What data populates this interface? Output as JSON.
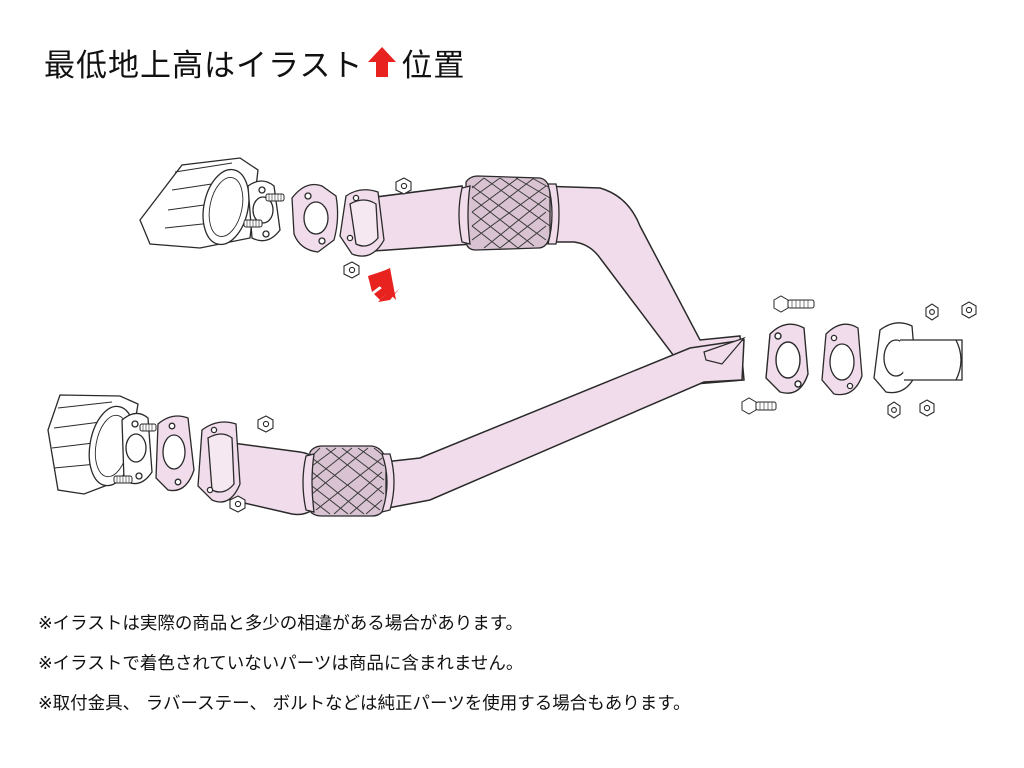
{
  "title": {
    "before": "最低地上高はイラスト",
    "after": "位置"
  },
  "colors": {
    "pipe_fill": "#f1dceb",
    "arrow": "#e8231f",
    "outline": "#2a2a2a"
  },
  "notes": [
    "※イラストは実際の商品と多少の相違がある場合があります。",
    "※イラストで着色されていないパーツは商品に含まれません。",
    "※取付金具、 ラバーステー、 ボルトなどは純正パーツを使用する場合もあります。"
  ]
}
